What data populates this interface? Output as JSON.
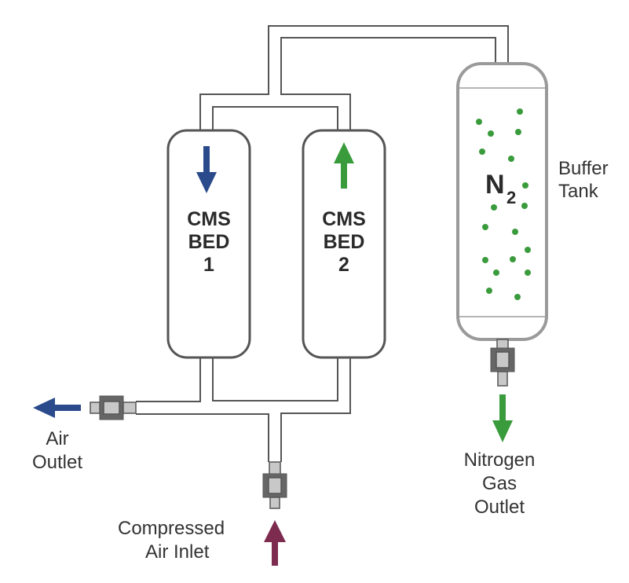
{
  "beds": [
    {
      "lines": [
        "CMS",
        "BED",
        "1"
      ],
      "flow": "down"
    },
    {
      "lines": [
        "CMS",
        "BED",
        "2"
      ],
      "flow": "up"
    }
  ],
  "buffer_tank": {
    "symbol": "N",
    "subscript": "2",
    "label_lines": [
      "Buffer",
      "Tank"
    ]
  },
  "air_outlet": {
    "label_lines": [
      "Air",
      "Outlet"
    ]
  },
  "compressed_air_inlet": {
    "label_lines": [
      "Compressed",
      "Air Inlet"
    ]
  },
  "nitrogen_outlet": {
    "label_lines": [
      "Nitrogen",
      "Gas",
      "Outlet"
    ]
  },
  "colors": {
    "blue_arrow": "#2b4a8b",
    "green_arrow": "#3a9b3c",
    "inlet_arrow": "#7d2b4f",
    "n2_particles": "#3a9b3c",
    "outline": "#555555",
    "tank_outline": "#9a9a9a"
  }
}
